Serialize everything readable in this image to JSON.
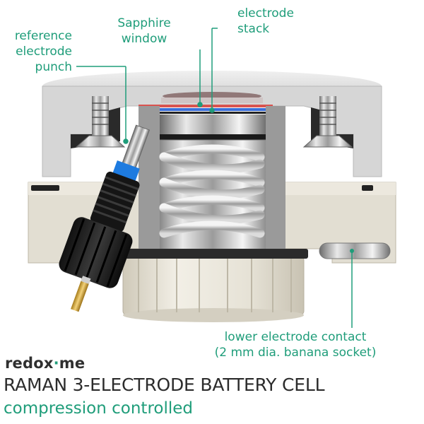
{
  "callouts": {
    "sapphire": {
      "line1": "Sapphire",
      "line2": "window"
    },
    "stack": {
      "line1": "electrode",
      "line2": "stack"
    },
    "reference": {
      "line1": "reference",
      "line2": "electrode",
      "line3": "punch"
    },
    "lower": {
      "line1": "lower electrode contact",
      "line2": "(2 mm dia. banana socket)"
    }
  },
  "brand": {
    "prefix": "redox",
    "mark": "·",
    "suffix": "me"
  },
  "title": "RAMAN 3-ELECTRODE BATTERY CELL",
  "subtitle": "compression controlled",
  "colors": {
    "accent": "#1f9d7a",
    "text": "#2c2c2c",
    "body_gray": "#d3d3d3",
    "cream": "#e4e0d4",
    "stack_red": "#d9534f",
    "stack_blue": "#3b6fd8"
  }
}
